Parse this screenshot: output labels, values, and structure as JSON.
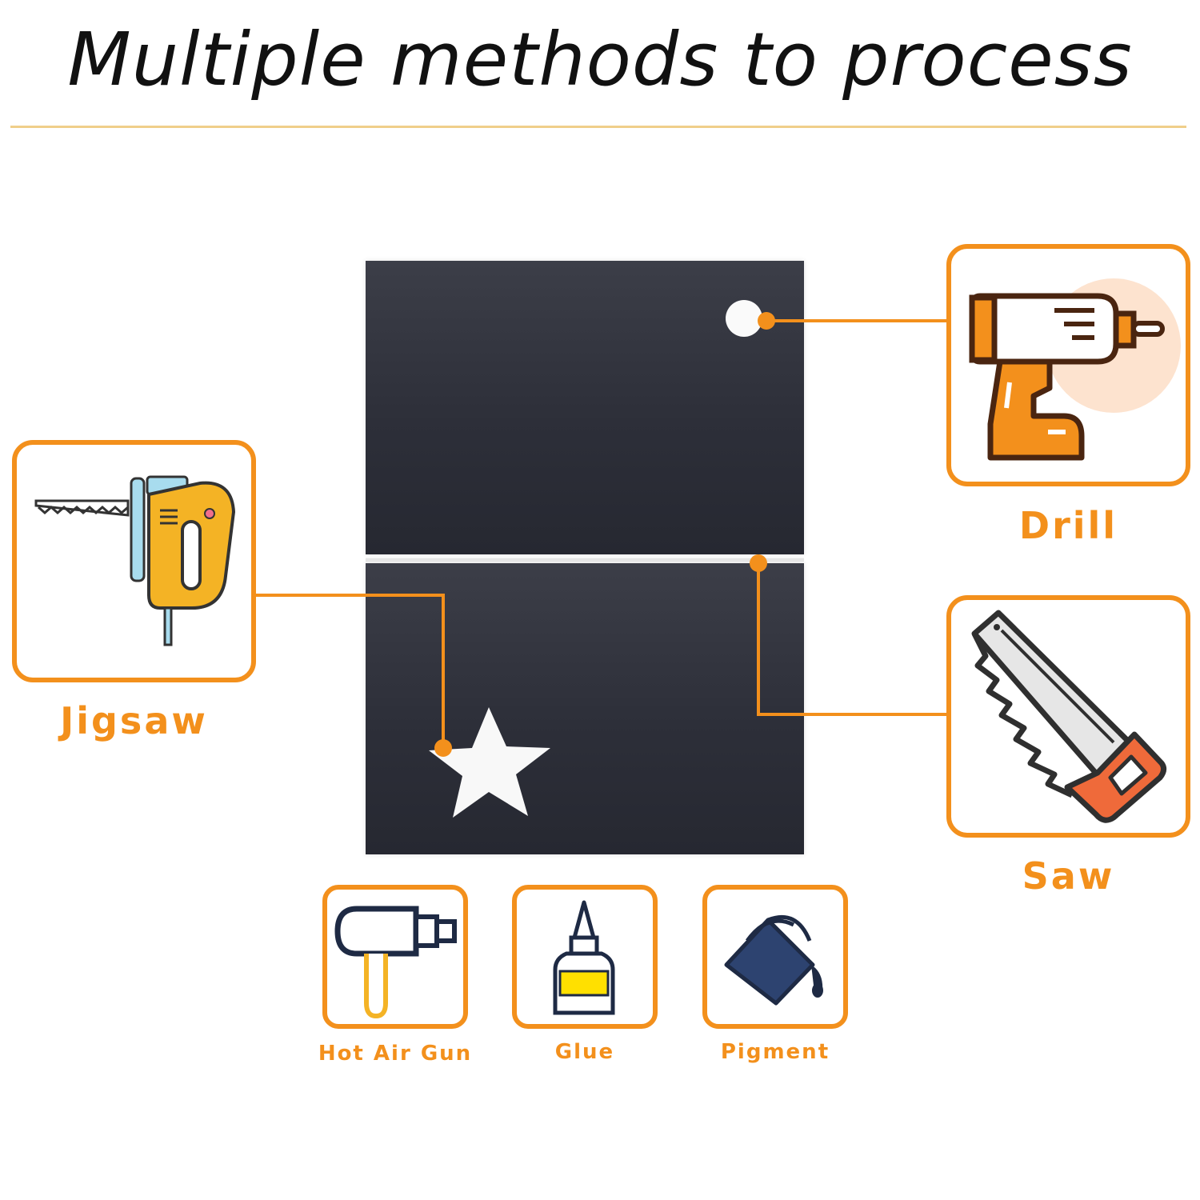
{
  "headline": "Multiple methods to process",
  "colors": {
    "accent": "#f3901c",
    "panel": "#2f313b",
    "rule": "#f0cf8a"
  },
  "tools": {
    "drill": {
      "label": "Drill",
      "icon": "cordless-drill-icon"
    },
    "jigsaw": {
      "label": "Jigsaw",
      "icon": "jigsaw-icon"
    },
    "saw": {
      "label": "Saw",
      "icon": "hand-saw-icon"
    },
    "hot_air_gun": {
      "label": "Hot Air Gun",
      "icon": "hot-air-gun-icon"
    },
    "glue": {
      "label": "Glue",
      "icon": "glue-bottle-icon"
    },
    "pigment": {
      "label": "Pigment",
      "icon": "paint-bucket-icon"
    }
  }
}
